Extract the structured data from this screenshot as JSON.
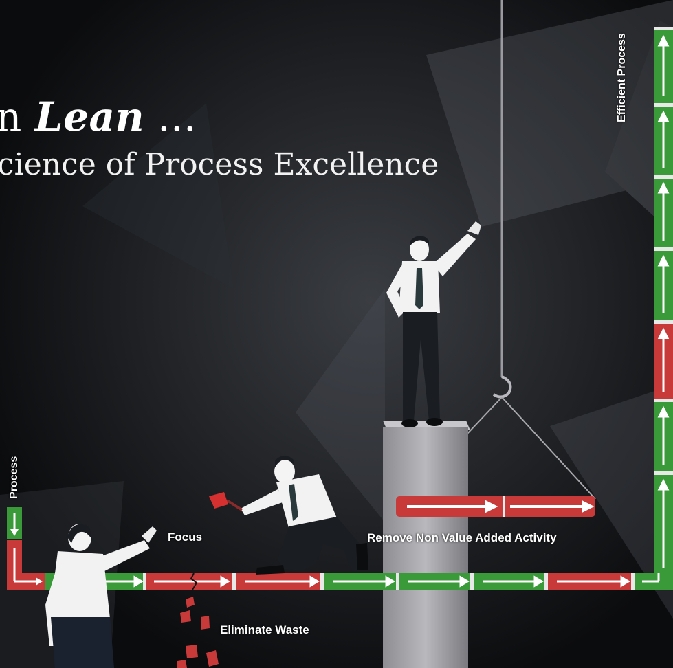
{
  "title": {
    "prefix": "n ",
    "emphasis": "Lean",
    "suffix": " ...",
    "subtitle": "cience of Process Excellence"
  },
  "labels": {
    "process": "Process",
    "efficient_process": "Efficient Process",
    "focus": "Focus",
    "remove": "Remove Non Value Added Activity",
    "eliminate": "Eliminate Waste"
  },
  "colors": {
    "background": "#0b0c0e",
    "green_segment": "#3a9a3a",
    "red_segment": "#c83a3a",
    "white_shirt": "#f2f2f2",
    "dark_trousers": "#1a1d22",
    "pillar": "#a9a9ad"
  }
}
